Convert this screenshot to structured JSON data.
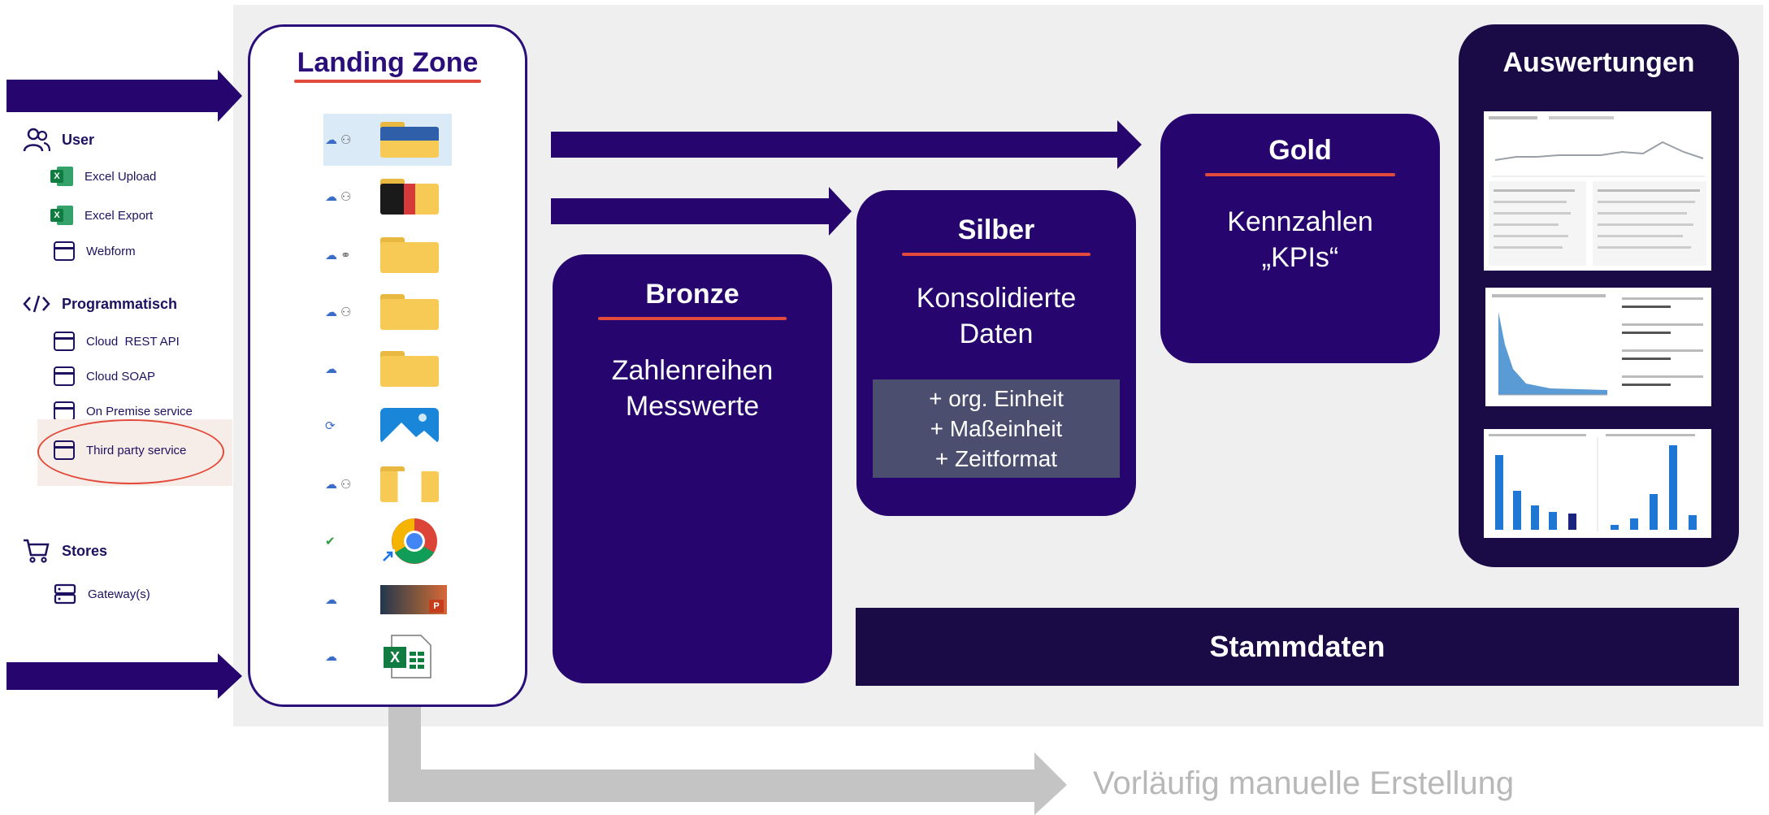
{
  "sidebar": {
    "groups": [
      {
        "label": "User",
        "icon": "user-group-icon",
        "items": [
          {
            "label": "Excel Upload",
            "icon": "excel-icon"
          },
          {
            "label": "Excel Export",
            "icon": "excel-icon"
          },
          {
            "label": "Webform",
            "icon": "browser-window-icon"
          }
        ]
      },
      {
        "label": "Programmatisch",
        "icon": "code-icon",
        "items": [
          {
            "label": "Cloud  REST API",
            "icon": "browser-window-icon"
          },
          {
            "label": "Cloud SOAP",
            "icon": "browser-window-icon"
          },
          {
            "label": "On Premise service",
            "icon": "browser-window-icon"
          },
          {
            "label": "Third party service",
            "icon": "browser-window-icon",
            "highlighted": true
          }
        ]
      },
      {
        "label": "Stores",
        "icon": "shopping-cart-icon",
        "items": [
          {
            "label": "Gateway(s)",
            "icon": "server-icon"
          }
        ]
      }
    ]
  },
  "landing_zone": {
    "title": "Landing Zone",
    "files": [
      {
        "status_icon": "cloud-icon",
        "share_icon": "person-icon",
        "thumb": "folder-thumbnail"
      },
      {
        "status_icon": "cloud-icon",
        "share_icon": "person-icon",
        "thumb": "folder-thumbnail"
      },
      {
        "status_icon": "cloud-icon",
        "share_icon": "link-icon",
        "thumb": "folder"
      },
      {
        "status_icon": "cloud-icon",
        "share_icon": "person-icon",
        "thumb": "folder"
      },
      {
        "status_icon": "cloud-icon",
        "share_icon": "",
        "thumb": "folder"
      },
      {
        "status_icon": "sync-icon",
        "share_icon": "",
        "thumb": "photos-app"
      },
      {
        "status_icon": "cloud-icon",
        "share_icon": "person-icon",
        "thumb": "folder-thumbnail"
      },
      {
        "status_icon": "check-icon",
        "share_icon": "",
        "thumb": "chrome-shortcut"
      },
      {
        "status_icon": "cloud-icon",
        "share_icon": "",
        "thumb": "powerpoint-file"
      },
      {
        "status_icon": "cloud-icon",
        "share_icon": "",
        "thumb": "excel-file"
      }
    ]
  },
  "bronze": {
    "title": "Bronze",
    "lines": [
      "Zahlenreihen",
      "Messwerte"
    ]
  },
  "silber": {
    "title": "Silber",
    "lines": [
      "Konsolidierte",
      "Daten"
    ],
    "extras": [
      "+ org. Einheit",
      "+ Maßeinheit",
      "+ Zeitformat"
    ]
  },
  "gold": {
    "title": "Gold",
    "lines": [
      "Kennzahlen",
      "„KPIs“"
    ]
  },
  "auswertungen": {
    "title": "Auswertungen",
    "thumbnails": [
      "line-chart-report",
      "area-chart-report",
      "bar-chart-report"
    ]
  },
  "stammdaten": {
    "label": "Stammdaten"
  },
  "note": {
    "label": "Vorläufig manuelle Erstellung"
  },
  "colors": {
    "primary": "#26066e",
    "dark": "#1a0a46",
    "accent_line": "#e24a3b",
    "panel_bg": "#efefef",
    "shaded": "#4b4e6f",
    "gray_arrow": "#c4c4c4"
  }
}
